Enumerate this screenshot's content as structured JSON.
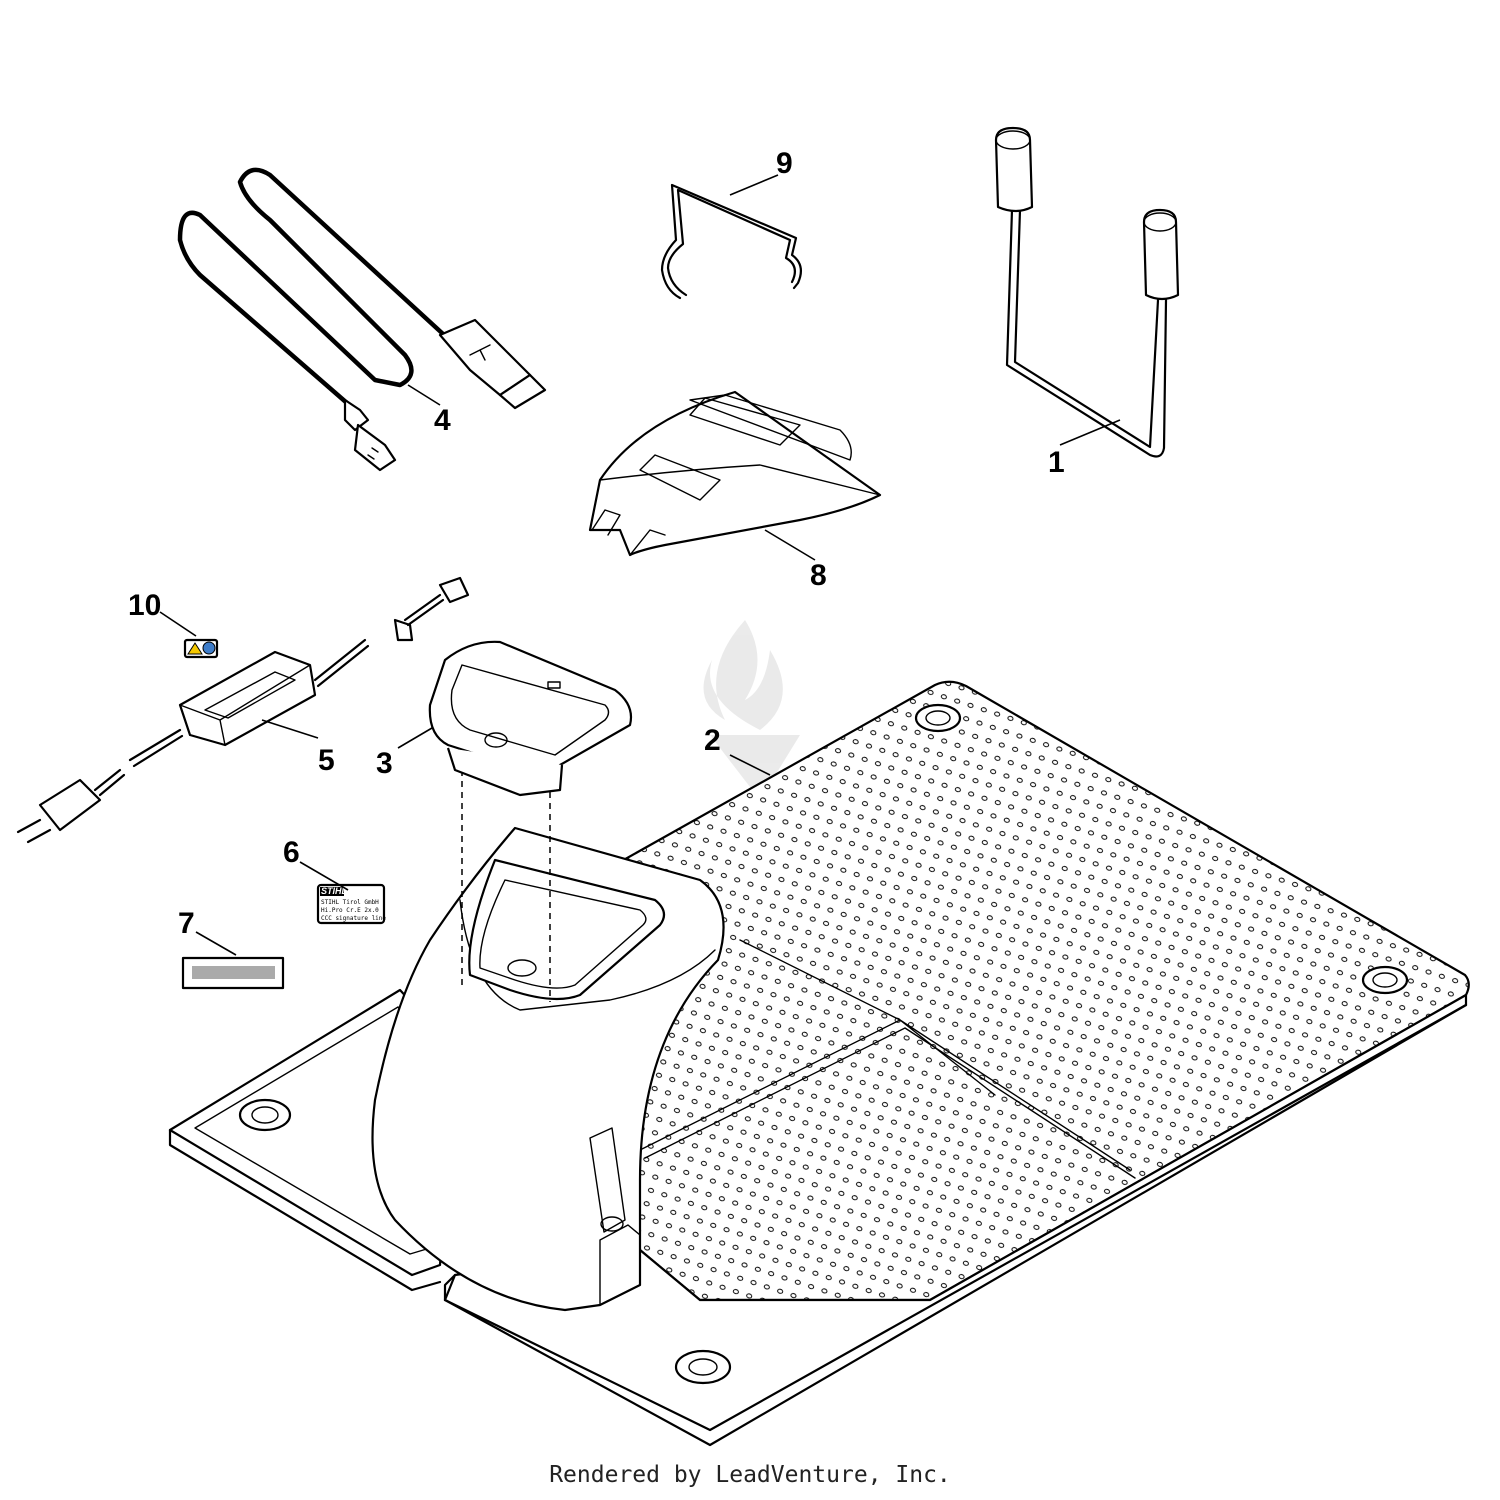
{
  "callouts": {
    "c1": "1",
    "c2": "2",
    "c3": "3",
    "c4": "4",
    "c5": "5",
    "c6": "6",
    "c7": "7",
    "c8": "8",
    "c9": "9",
    "c10": "10"
  },
  "label6": {
    "brand": "STIHL",
    "line1": "STIHL Tirol GmbH",
    "line2": "Hi.Pro Cr.E 2x.0",
    "line3": "CCC signature line"
  },
  "footer": "Rendered by LeadVenture, Inc."
}
